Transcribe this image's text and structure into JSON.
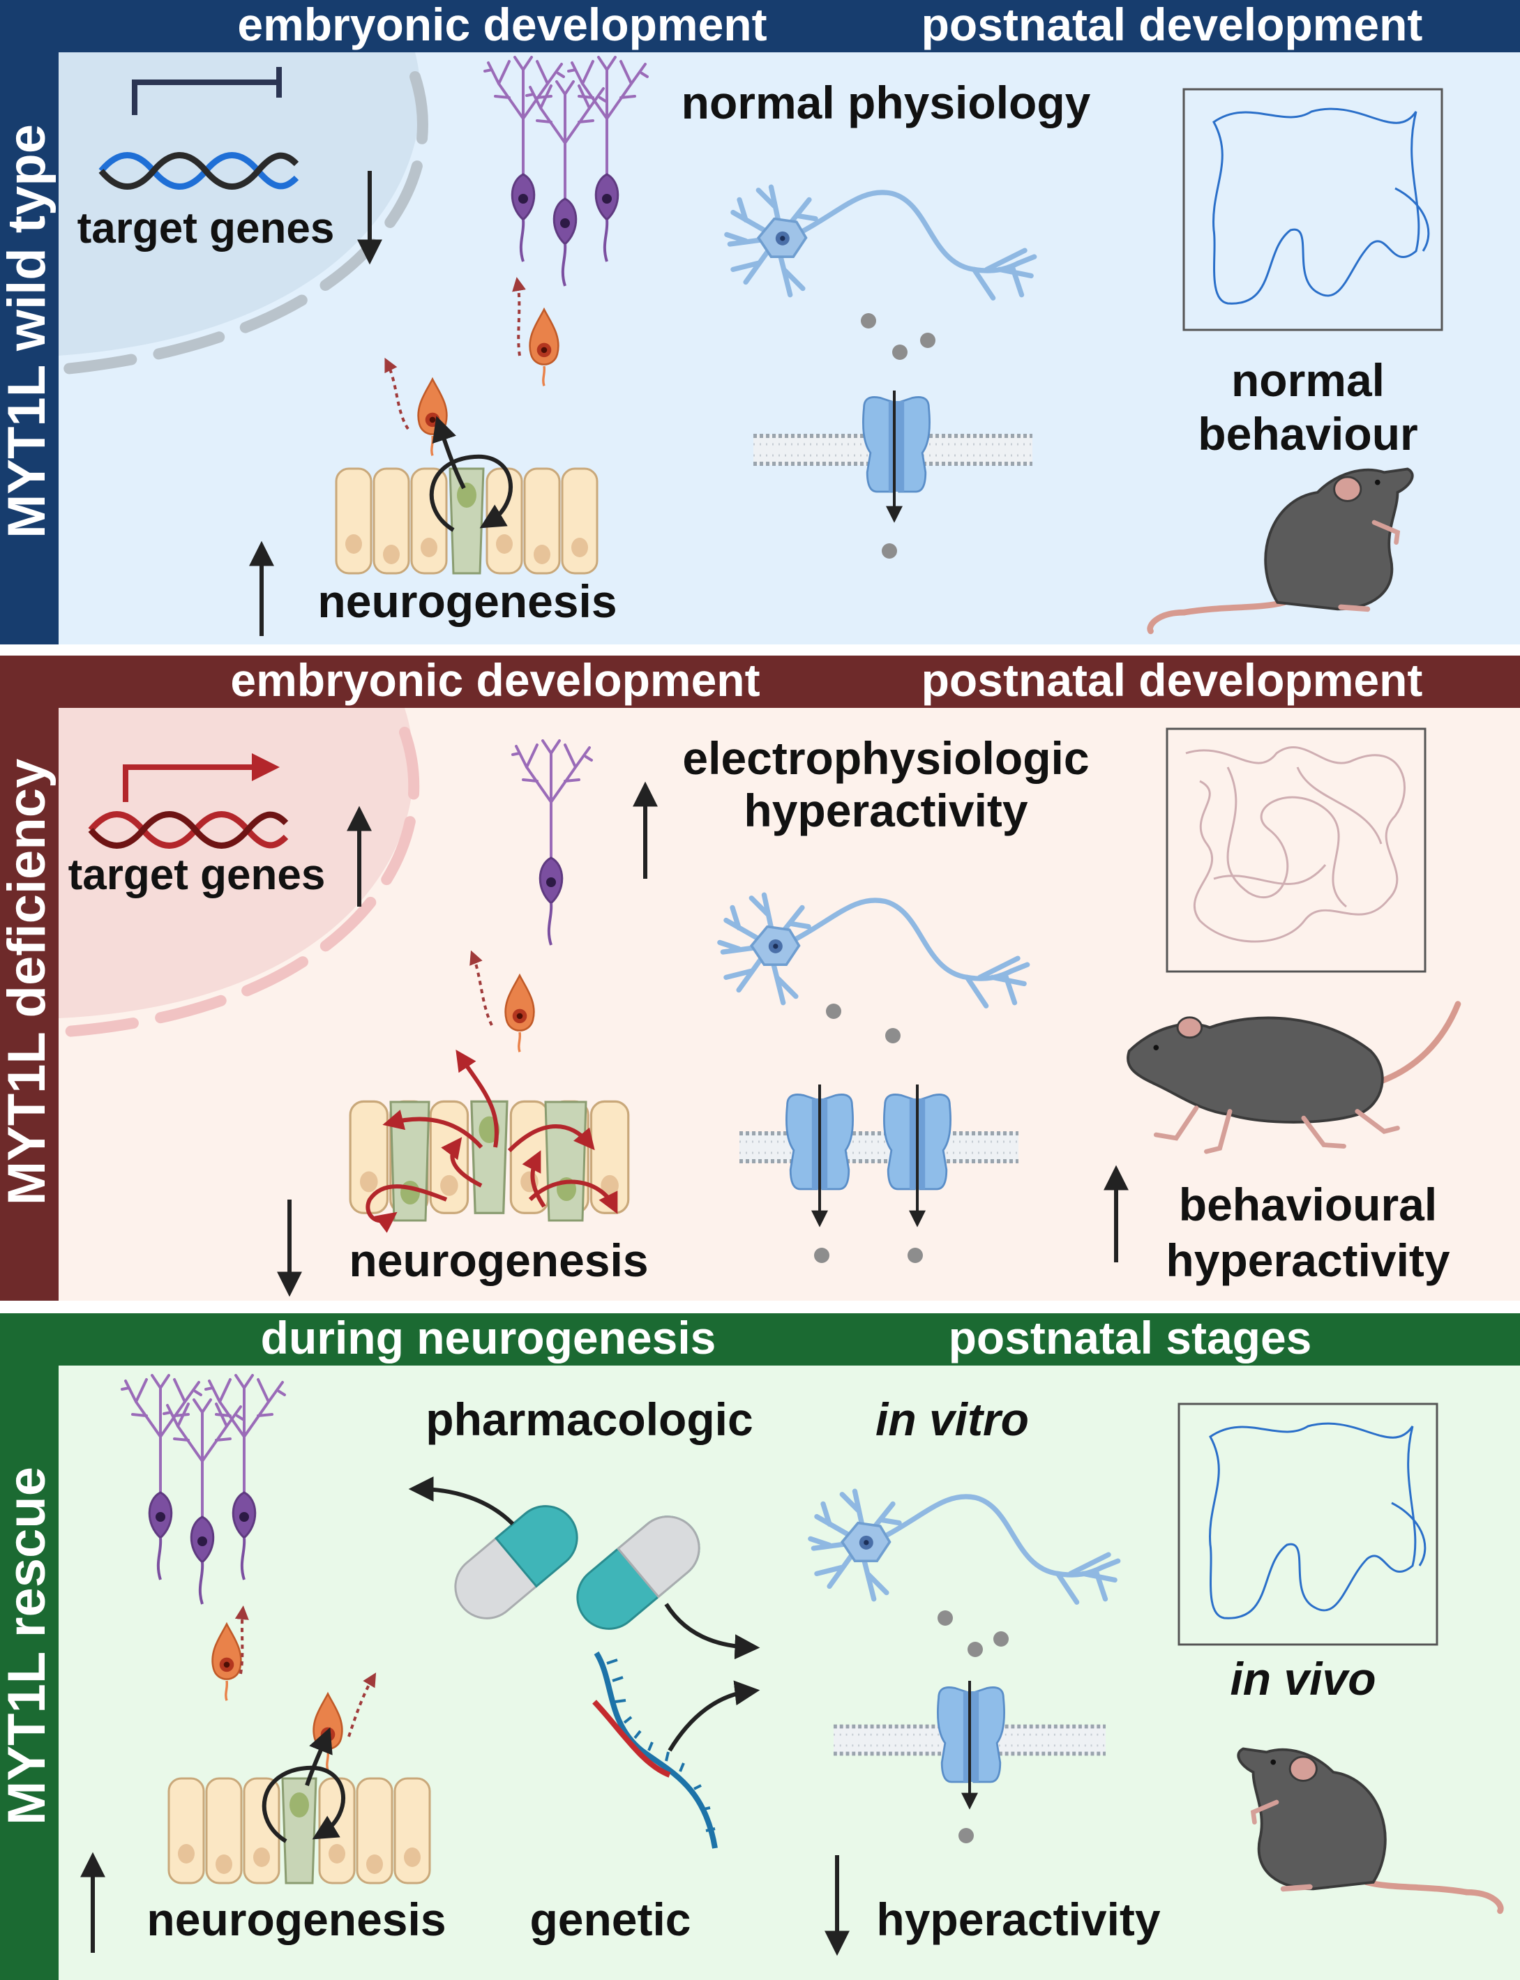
{
  "panels": [
    {
      "side_label": "MYT1L wild type",
      "header_left": "embryonic development",
      "header_right": "postnatal development",
      "target_genes": "target genes",
      "neurogenesis": "neurogenesis",
      "physiology": "normal physiology",
      "behaviour_line1": "normal",
      "behaviour_line2": "behaviour",
      "colors": {
        "band": "#173d6e",
        "bg": "#e2f0fc"
      }
    },
    {
      "side_label": "MYT1L deficiency",
      "header_left": "embryonic development",
      "header_right": "postnatal development",
      "target_genes": "target genes",
      "neurogenesis": "neurogenesis",
      "physiology_line1": "electrophysiologic",
      "physiology_line2": "hyperactivity",
      "behaviour_line1": "behavioural",
      "behaviour_line2": "hyperactivity",
      "colors": {
        "band": "#6e2a2a",
        "bg": "#fdf2ec"
      }
    },
    {
      "side_label": "MYT1L rescue",
      "header_left": "during  neurogenesis",
      "header_right": "postnatal stages",
      "pharmacologic": "pharmacologic",
      "in_vitro": "in vitro",
      "in_vivo": "in vivo",
      "neurogenesis": "neurogenesis",
      "genetic": "genetic",
      "hyperactivity": "hyperactivity",
      "colors": {
        "band": "#1b6a32",
        "bg": "#e9f9e9"
      }
    }
  ],
  "icons": [
    "dna-helix-icon",
    "neuron-icon",
    "mouse-icon",
    "ion-channel-icon",
    "pill-capsule-icon",
    "rna-strand-icon",
    "open-field-track-icon",
    "arrow-up-icon",
    "arrow-down-icon"
  ],
  "colors": {
    "neuron": "#9fc3e8",
    "progenitor": "#e7844e",
    "dendrite": "#9467b0",
    "dna_wt": "#1f6fd6",
    "dna_def": "#b3262b",
    "mouse": "#5f5f5f",
    "pill": "#3fb5b8"
  }
}
